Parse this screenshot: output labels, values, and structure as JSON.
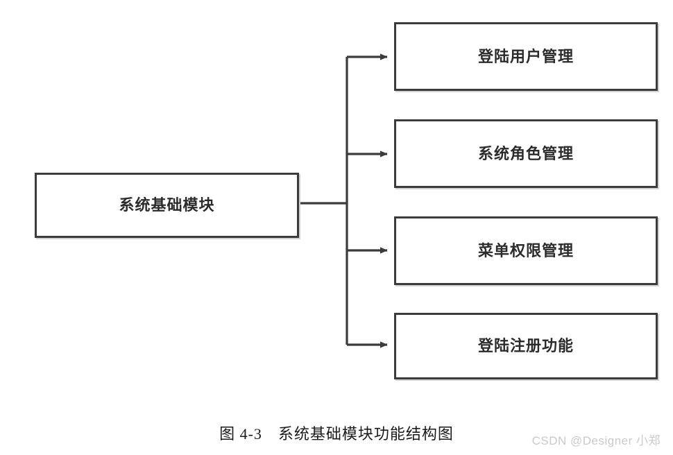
{
  "diagram": {
    "type": "tree-hierarchy",
    "orientation": "left-to-right",
    "root": {
      "label": "系统基础模块"
    },
    "children": [
      {
        "label": "登陆用户管理"
      },
      {
        "label": "系统角色管理"
      },
      {
        "label": "菜单权限管理"
      },
      {
        "label": "登陆注册功能"
      }
    ],
    "connector": {
      "style": "orthogonal-elbow",
      "arrowhead": "filled-triangle",
      "line_color": "#3b3b3b"
    },
    "colors": {
      "box_border": "#3b3b3b",
      "box_fill": "#ffffff",
      "box_shadow": "#d2d2d2",
      "text": "#2b2b2b",
      "background": "#ffffff",
      "watermark": "#c9c9c9"
    }
  },
  "caption": {
    "text": "图 4-3　系统基础模块功能结构图"
  },
  "watermark": {
    "text": "CSDN @Designer 小郑"
  }
}
